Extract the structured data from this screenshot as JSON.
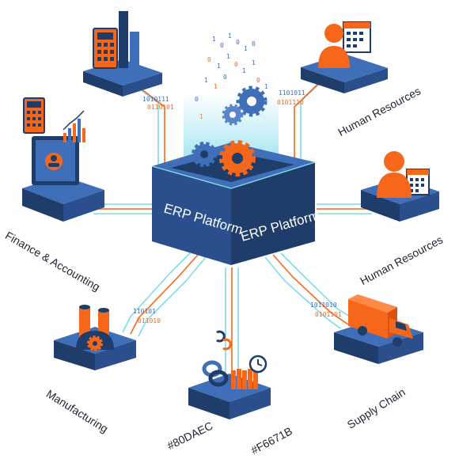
{
  "platform": {
    "face_left": "ERP Platform",
    "face_right": "ERP Platform"
  },
  "modules": {
    "hr_top": "Human Resources",
    "finance": "Finance & Accounting",
    "hr_right": "Human Resources",
    "manufacturing": "Manufacturing",
    "supply_chain": "Supply Chain",
    "color_blue": "#80DAEC",
    "color_orange": "#F6671B"
  },
  "icons": {
    "top_left": "calculator-building-icon",
    "top_right": "user-calendar-icon",
    "left": "monitor-user-calculator-icon",
    "right": "user-calendar-icon",
    "bottom_left": "factory-icon",
    "bottom": "links-clock-icon",
    "bottom_right": "delivery-truck-icon"
  },
  "colors": {
    "navy": "#1f3d6b",
    "blue": "#3f6fb8",
    "light_blue": "#80DAEC",
    "orange": "#F6671B"
  }
}
